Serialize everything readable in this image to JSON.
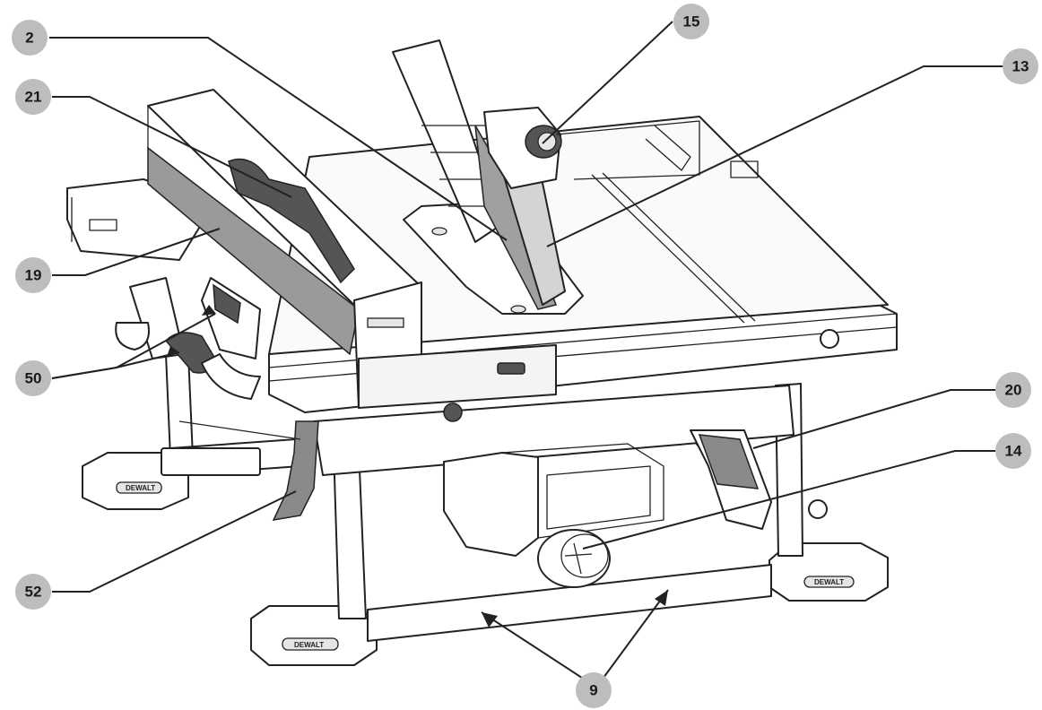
{
  "brand_logo": "DEWALT",
  "callouts": [
    {
      "id": "c2",
      "label": "2"
    },
    {
      "id": "c15",
      "label": "15"
    },
    {
      "id": "c13",
      "label": "13"
    },
    {
      "id": "c21",
      "label": "21"
    },
    {
      "id": "c19",
      "label": "19"
    },
    {
      "id": "c50",
      "label": "50"
    },
    {
      "id": "c20",
      "label": "20"
    },
    {
      "id": "c14",
      "label": "14"
    },
    {
      "id": "c52",
      "label": "52"
    },
    {
      "id": "c9",
      "label": "9"
    }
  ],
  "colors": {
    "badge": "#bdbdbd",
    "line": "#222222",
    "fence_face": "#8a8a8a"
  }
}
